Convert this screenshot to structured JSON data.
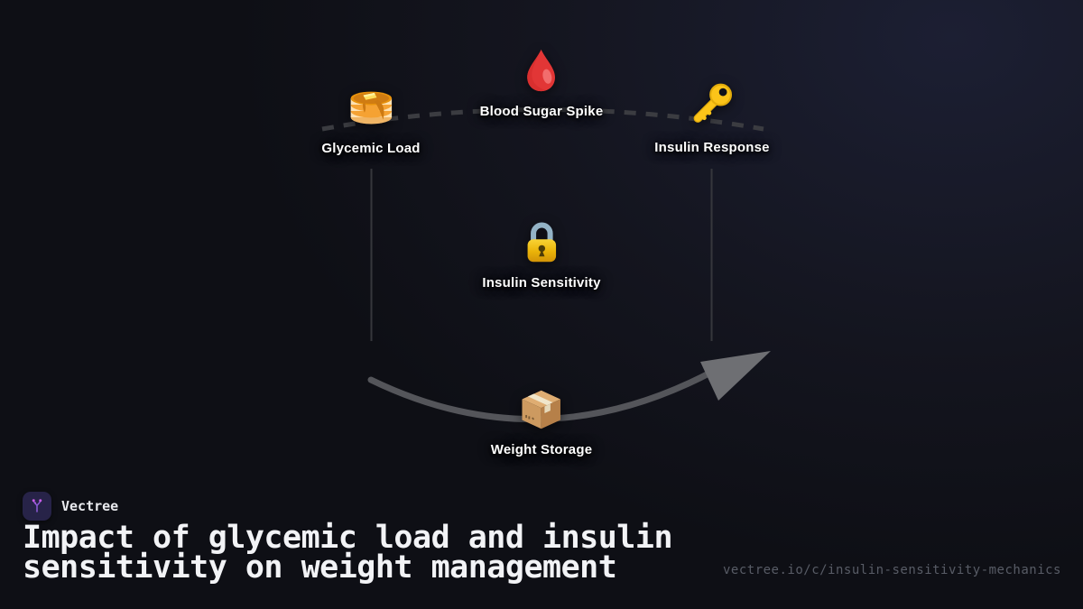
{
  "theme": {
    "background_base": "#0e0f15",
    "background_glow": "#1c1f33",
    "dashed_arc_color": "#3b3c41",
    "vertical_line_color": "#36373c",
    "arrow_shaft_color": "#54555a",
    "arrow_head_color": "#6e6f73",
    "label_color": "#ffffff",
    "title_color": "#f2f3f6",
    "url_color": "#585c66",
    "logo_background": "#272348",
    "logo_branch_color": "#8f5cd9",
    "logo_dot_color": "#cb5ce8"
  },
  "diagram": {
    "nodes": [
      {
        "id": "glycemic-load",
        "label": "Glycemic Load",
        "icon": "pancakes-icon"
      },
      {
        "id": "blood-sugar-spike",
        "label": "Blood Sugar Spike",
        "icon": "blood-drop-icon"
      },
      {
        "id": "insulin-response",
        "label": "Insulin Response",
        "icon": "key-icon"
      },
      {
        "id": "insulin-sensitivity",
        "label": "Insulin Sensitivity",
        "icon": "lock-icon"
      },
      {
        "id": "weight-storage",
        "label": "Weight Storage",
        "icon": "package-icon"
      }
    ]
  },
  "footer": {
    "brand": "Vectree",
    "title_lines": [
      "Impact of glycemic load and insulin",
      "sensitivity on weight management"
    ],
    "url": "vectree.io/c/insulin-sensitivity-mechanics"
  }
}
